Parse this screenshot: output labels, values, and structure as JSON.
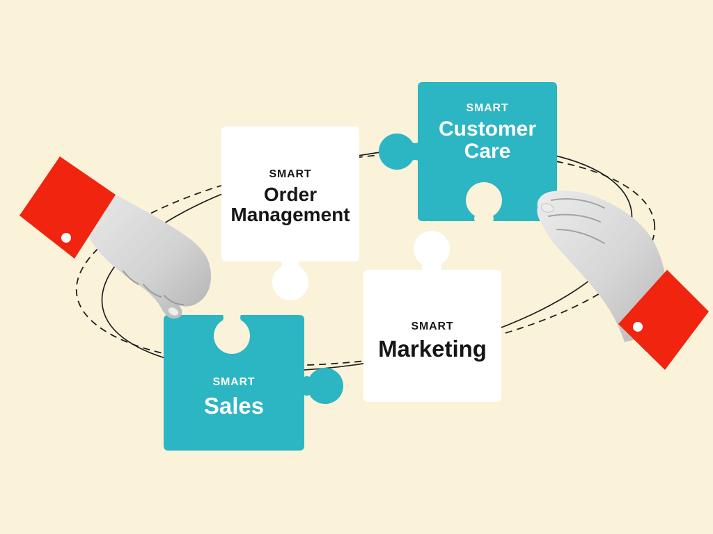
{
  "illustration": {
    "background_color": "#faf3da",
    "orbit": {
      "line_color": "#1f1f1f",
      "solid_style": "solid",
      "dashed_style": "dashed"
    },
    "colors": {
      "teal": "#2cb5c2",
      "red": "#f0240f",
      "white": "#ffffff",
      "text_dark": "#161616",
      "text_light": "#ffffff",
      "button_dot": "#ffffff"
    },
    "pieces": [
      {
        "id": "order-management",
        "eyebrow": "SMART",
        "lines": [
          "Order",
          "Management"
        ]
      },
      {
        "id": "customer-care",
        "eyebrow": "SMART",
        "lines": [
          "Customer",
          "Care"
        ]
      },
      {
        "id": "marketing",
        "eyebrow": "SMART",
        "lines": [
          "Marketing"
        ]
      },
      {
        "id": "sales",
        "eyebrow": "SMART",
        "lines": [
          "Sales"
        ]
      }
    ]
  }
}
